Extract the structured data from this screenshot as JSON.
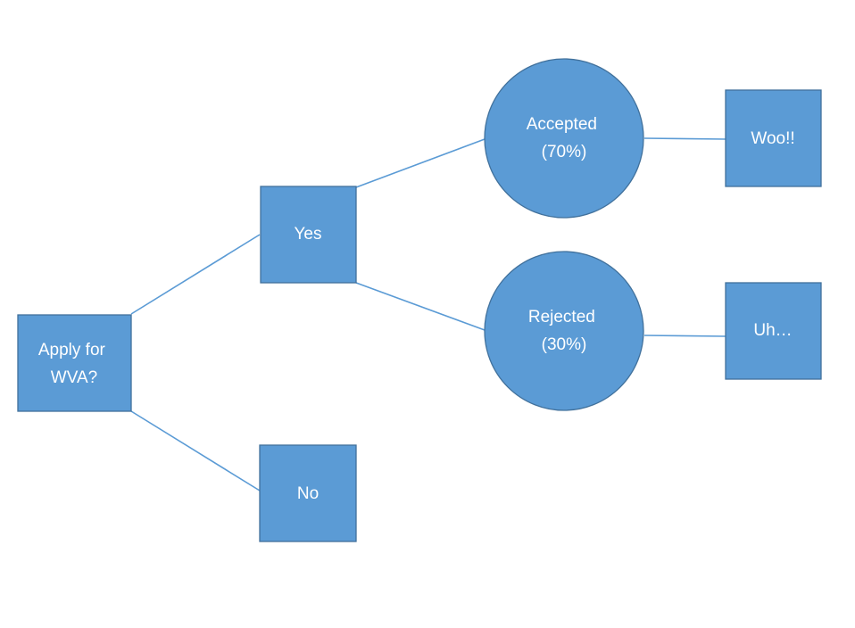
{
  "diagram": {
    "nodes": {
      "apply": {
        "shape": "square",
        "lines": [
          "Apply for",
          "WVA?"
        ]
      },
      "yes": {
        "shape": "square",
        "lines": [
          "Yes"
        ]
      },
      "no": {
        "shape": "square",
        "lines": [
          "No"
        ]
      },
      "accepted": {
        "shape": "circle",
        "lines": [
          "Accepted",
          "(70%)"
        ]
      },
      "rejected": {
        "shape": "circle",
        "lines": [
          "Rejected",
          "(30%)"
        ]
      },
      "woo": {
        "shape": "square",
        "lines": [
          "Woo!!"
        ]
      },
      "uh": {
        "shape": "square",
        "lines": [
          "Uh…"
        ]
      }
    },
    "edges": [
      {
        "from": "apply",
        "to": "yes"
      },
      {
        "from": "apply",
        "to": "no"
      },
      {
        "from": "yes",
        "to": "accepted"
      },
      {
        "from": "yes",
        "to": "rejected"
      },
      {
        "from": "accepted",
        "to": "woo"
      },
      {
        "from": "rejected",
        "to": "uh"
      }
    ],
    "colors": {
      "fill": "#5b9bd5",
      "outline": "#41719c",
      "edge": "#5b9bd5",
      "text": "#ffffff"
    }
  }
}
